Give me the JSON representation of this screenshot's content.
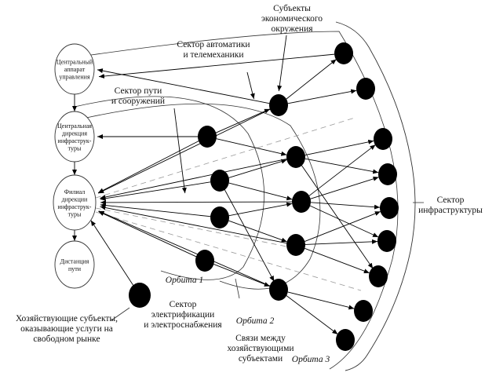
{
  "diagram": {
    "org_nodes": [
      {
        "id": "cau",
        "lines": [
          "Центральный",
          "аппарат",
          "управления"
        ]
      },
      {
        "id": "cdi",
        "lines": [
          "Центральная",
          "дирекция",
          "инфраструк-",
          "туры"
        ]
      },
      {
        "id": "fdi",
        "lines": [
          "Филиал",
          "дирекции",
          "инфраструк-",
          "туры"
        ]
      },
      {
        "id": "dp",
        "lines": [
          "Дистанция",
          "пути"
        ]
      }
    ],
    "labels": {
      "economic_subjects": [
        "Субъекты",
        "экономического",
        "окружения"
      ],
      "automation_sector": [
        "Сектор автоматики",
        "и телемеханики"
      ],
      "track_sector": [
        "Сектор пути",
        "и сооружений"
      ],
      "infrastructure_sector": [
        "Сектор",
        "инфраструктуры"
      ],
      "electrification_sector": [
        "Сектор",
        "электрификации",
        "и электроснабжения"
      ],
      "economic_entities": [
        "Хозяйствующие субъекты,",
        "оказывающие услуги на",
        "свободном рынке"
      ],
      "links": [
        "Связи между",
        "хозяйствующими",
        "субъектами"
      ]
    },
    "orbits": [
      "Орбита 1",
      "Орбита 2",
      "Орбита 3"
    ]
  }
}
